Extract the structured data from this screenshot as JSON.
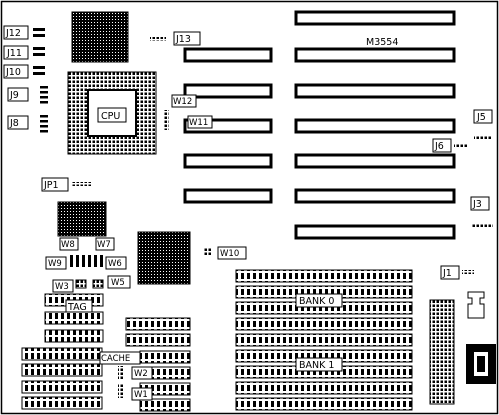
{
  "board": {
    "model": "M3554",
    "labels": {
      "cpu": "CPU",
      "tag": "TAG",
      "cache": "CACHE",
      "bank0": "BANK 0",
      "bank1": "BANK 1",
      "j1": "J1",
      "j3": "J3",
      "j5": "J5",
      "j6": "J6",
      "j8": "J8",
      "j9": "J9",
      "j10": "J10",
      "j11": "J11",
      "j12": "J12",
      "j13": "J13",
      "jp1": "JP1",
      "w1": "W1",
      "w2": "W2",
      "w3": "W3",
      "w5": "W5",
      "w6": "W6",
      "w7": "W7",
      "w8": "W8",
      "w9": "W9",
      "w10": "W10",
      "w11": "W11",
      "w12": "W12"
    }
  }
}
